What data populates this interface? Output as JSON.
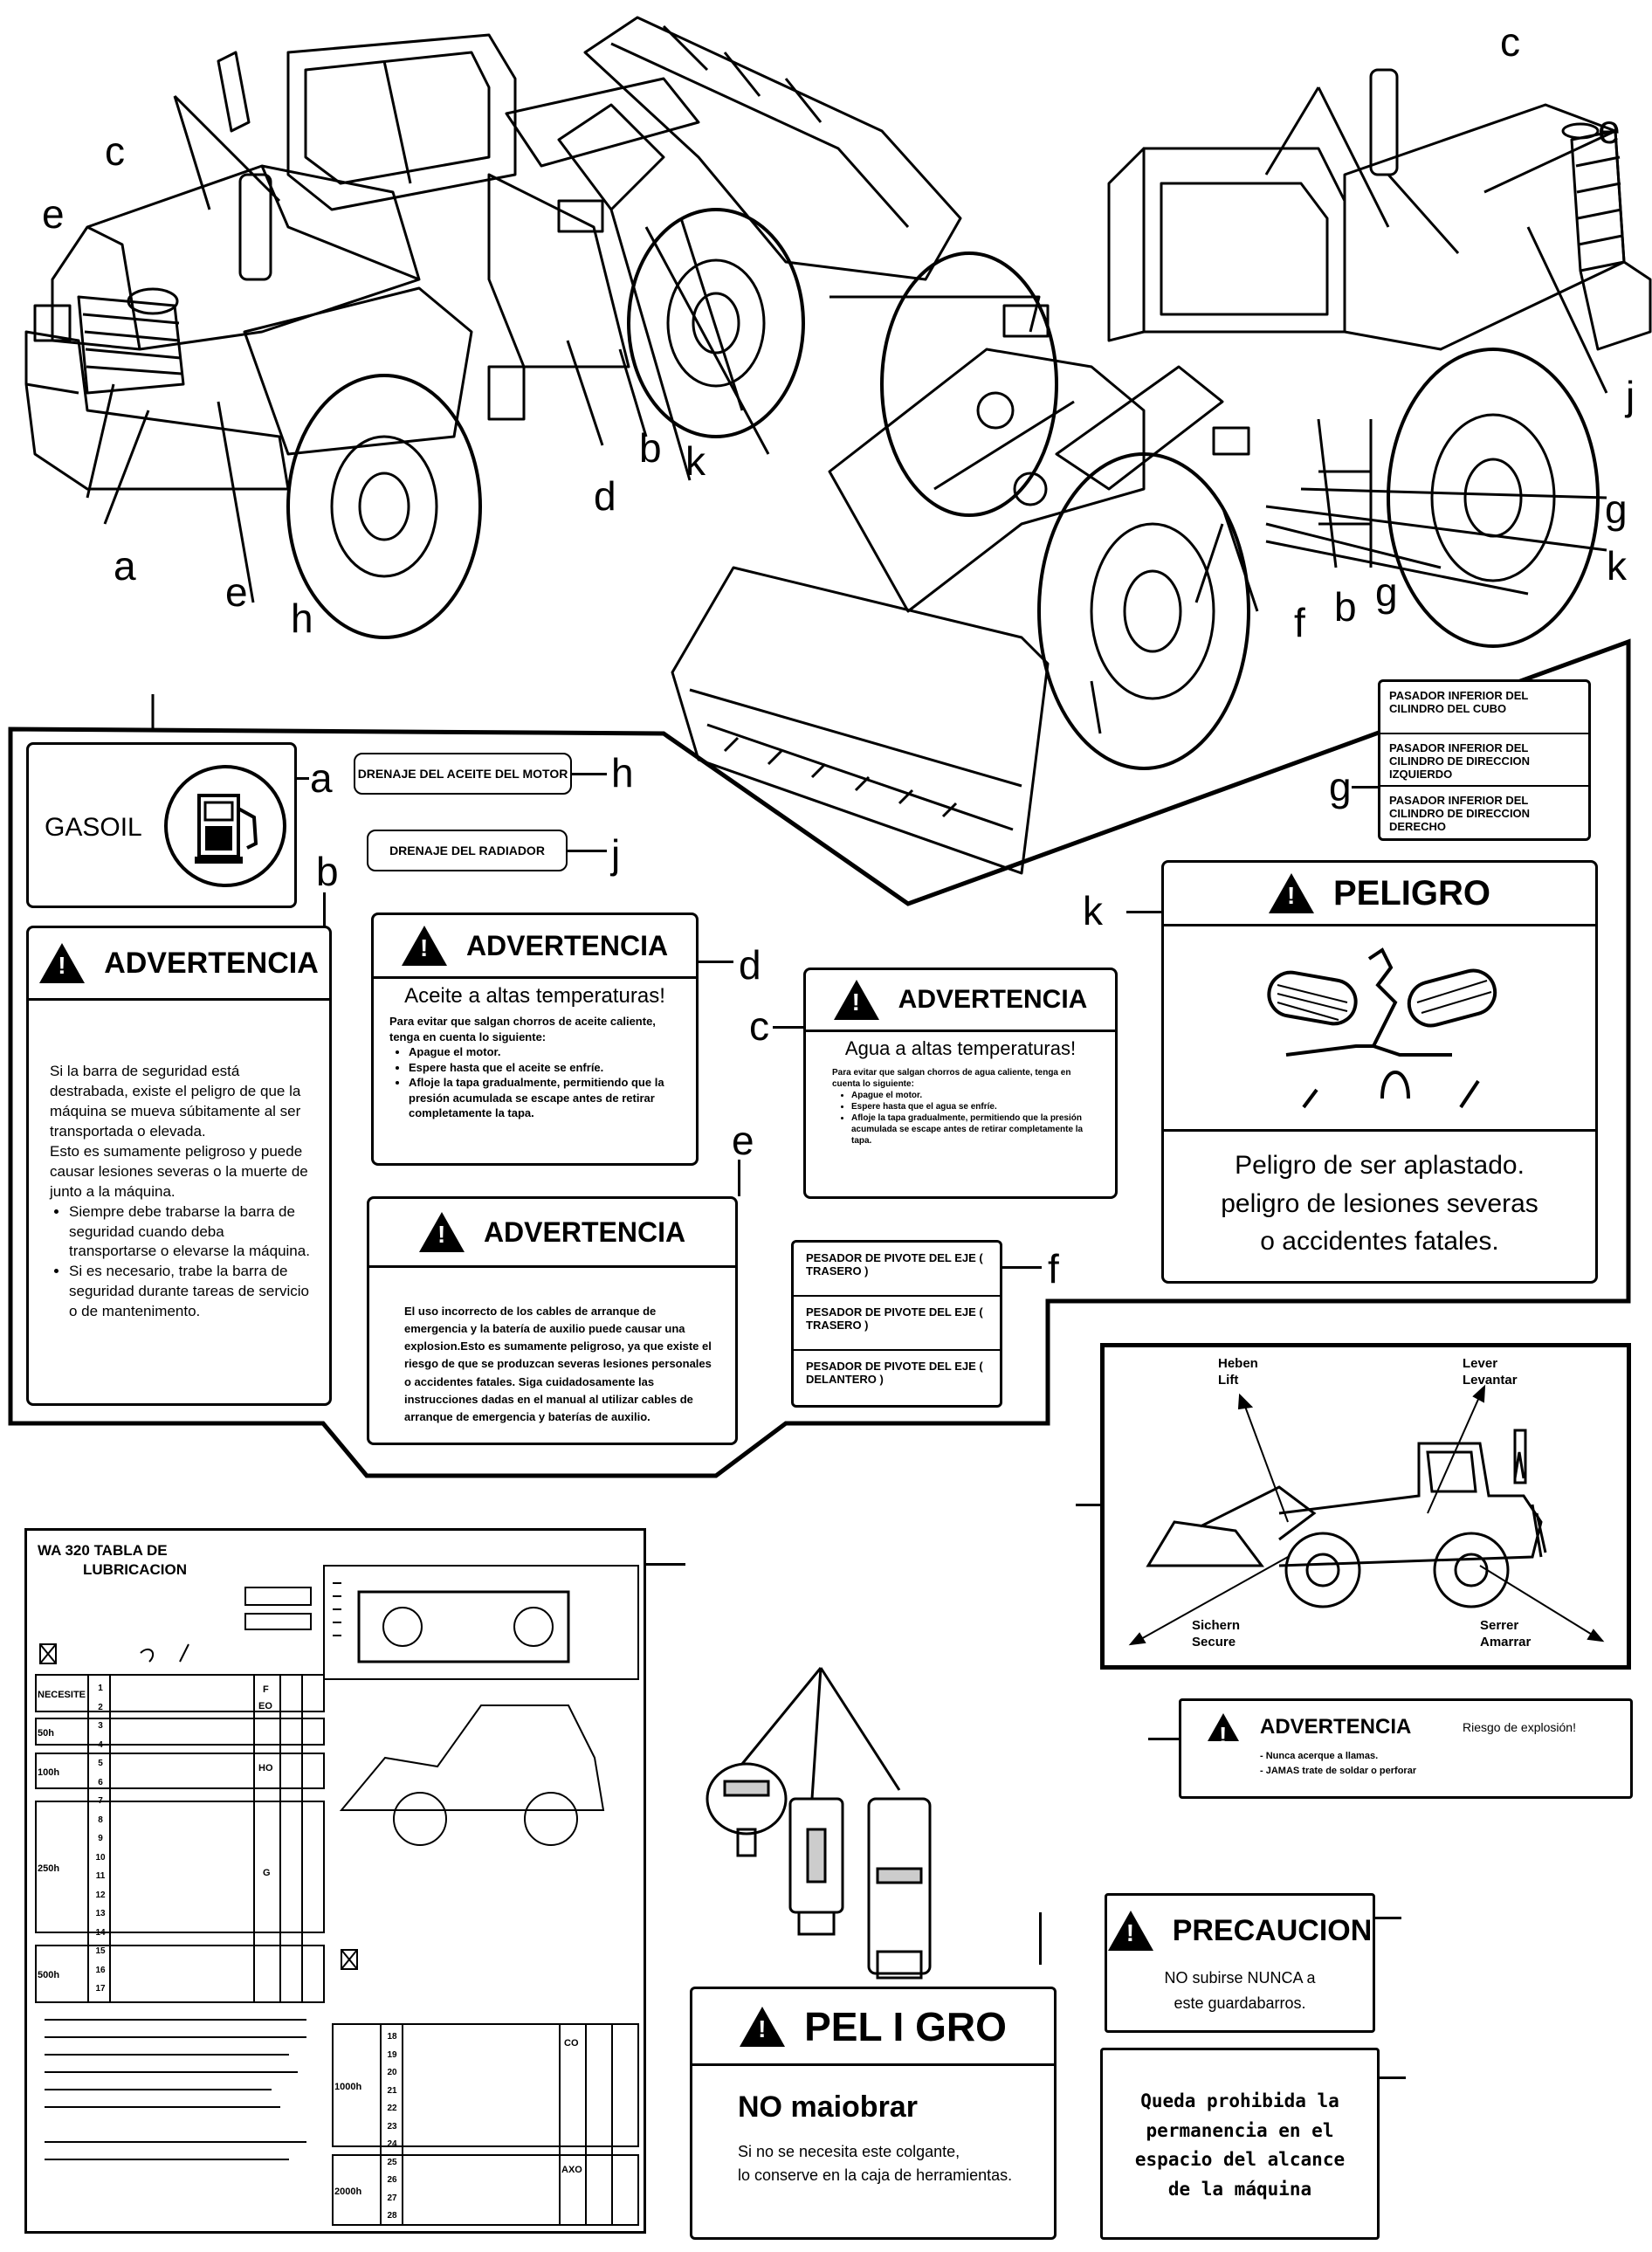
{
  "letters_top": {
    "left": {
      "c": "c",
      "e1": "e",
      "a": "a",
      "e2": "e",
      "h": "h",
      "d": "d",
      "b": "b",
      "k": "k"
    },
    "right": {
      "c": "c",
      "e": "e",
      "j": "j",
      "g1": "g",
      "k": "k",
      "f": "f",
      "b": "b",
      "g2": "g"
    }
  },
  "labels": {
    "gasoil": {
      "letter": "a",
      "text": "GASOIL"
    },
    "engine_drain": {
      "letter": "h",
      "text": "DRENAJE DEL ACEITE DEL MOTOR"
    },
    "radiator_drain": {
      "letter": "j",
      "text": "DRENAJE DEL RADIADOR"
    },
    "pins_g": {
      "letter": "g",
      "rows": [
        "PASADOR INFERIOR DEL CILINDRO DEL CUBO",
        "PASADOR INFERIOR DEL CILINDRO DE DIRECCION IZQUIERDO",
        "PASADOR INFERIOR DEL CILINDRO DE DIRECCION DERECHO"
      ]
    },
    "warn_b": {
      "letter": "b",
      "header": "ADVERTENCIA",
      "body1": "Si la barra de seguridad está destrabada, existe el peligro de que la máquina se mueva súbitamente al ser transportada o elevada.",
      "body2": "Esto es sumamente peligroso y puede causar lesiones severas o la muerte de junto a la máquina.",
      "items": [
        "Siempre debe trabarse la barra de seguridad cuando deba transportarse o elevarse la máquina.",
        "Si es necesario, trabe la barra de seguridad durante tareas de servicio o de mantenimento."
      ]
    },
    "warn_d": {
      "letter": "d",
      "header": "ADVERTENCIA",
      "title": "Aceite a altas temperaturas!",
      "intro": "Para evitar que salgan chorros de aceite caliente, tenga en cuenta lo siguiente:",
      "items": [
        "Apague el motor.",
        "Espere hasta que el aceite se enfríe.",
        "Afloje la tapa gradualmente, permitiendo que la presión acumulada se escape antes de retirar completamente la tapa."
      ]
    },
    "warn_c": {
      "letter": "c",
      "header": "ADVERTENCIA",
      "title": "Agua a altas temperaturas!",
      "intro": "Para evitar que salgan chorros de agua caliente, tenga en cuenta lo siguiente:",
      "items": [
        "Apague el motor.",
        "Espere hasta que el agua se enfríe.",
        "Afloje la tapa gradualmente, permitiendo que la presión acumulada se escape antes de retirar completamente la tapa."
      ]
    },
    "warn_e": {
      "letter": "e",
      "header": "ADVERTENCIA",
      "body": "El uso incorrecto de los cables de arranque de emergencia y la batería de auxilio puede causar una explosion.Esto es sumamente peligroso, ya que existe el riesgo de que se produzcan severas lesiones personales o accidentes fatales. Siga cuidadosamente las instrucciones dadas en el manual al utilizar cables de arranque de emergencia y baterías de auxilio."
    },
    "pins_f": {
      "letter": "f",
      "rows": [
        "PESADOR DE PIVOTE DEL EJE ( TRASERO )",
        "PESADOR DE PIVOTE DEL EJE ( TRASERO )",
        "PESADOR DE PIVOTE DEL EJE ( DELANTERO )"
      ]
    },
    "danger_k": {
      "letter": "k",
      "header": "PELIGRO",
      "lines": [
        "Peligro de ser aplastado.",
        "peligro de lesiones severas",
        "o accidentes fatales."
      ]
    }
  },
  "lift_sign": {
    "heben": "Heben",
    "lift": "Lift",
    "lever": "Lever",
    "levantar": "Levantar",
    "sichern": "Sichern",
    "secure": "Secure",
    "serrer": "Serrer",
    "amarrar": "Amarrar"
  },
  "explosion_warn": {
    "header": "ADVERTENCIA",
    "sub": "Riesgo de explosión!",
    "items": [
      "Nunca acerque a llamas.",
      "JAMAS trate de soldar o perforar"
    ]
  },
  "lube_chart": {
    "title1": "WA 320 TABLA DE",
    "title2": "LUBRICACION",
    "intervals": [
      "NECESITE",
      "50h",
      "100h",
      "250h",
      "500h",
      "1000h",
      "2000h"
    ],
    "numbers_left": [
      "1",
      "2",
      "3",
      "4",
      "5",
      "6",
      "7",
      "8",
      "9",
      "10",
      "11",
      "12",
      "13",
      "14",
      "15",
      "16",
      "17"
    ],
    "numbers_right": [
      "18",
      "19",
      "20",
      "21",
      "22",
      "23",
      "24",
      "25",
      "26",
      "27",
      "28"
    ],
    "codes": [
      "F",
      "EO",
      "HO",
      "G",
      "CO",
      "AXO"
    ]
  },
  "precaucion": {
    "header": "PRECAUCION",
    "line1": "NO subirse NUNCA a",
    "line2": "este guardabarros."
  },
  "prohibited": {
    "lines": [
      "Queda prohibida la",
      "permanencia en el",
      "espacio del alcance",
      "de la máquina"
    ]
  },
  "danger_tag": {
    "header": "PEL I GRO",
    "title": "NO maiobrar",
    "line1": "Si no se necesita este colgante,",
    "line2": "lo conserve en la caja de herramientas."
  }
}
